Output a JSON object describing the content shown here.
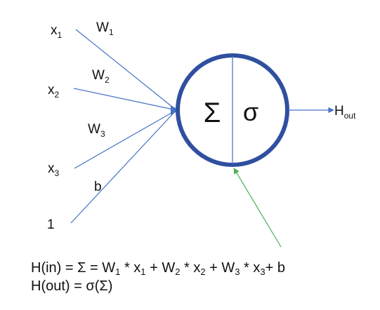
{
  "inputs": [
    {
      "name": "x",
      "sub": "1"
    },
    {
      "name": "x",
      "sub": "2"
    },
    {
      "name": "x",
      "sub": "3"
    },
    {
      "name": "1",
      "sub": ""
    }
  ],
  "weights": [
    {
      "name": "W",
      "sub": "1"
    },
    {
      "name": "W",
      "sub": "2"
    },
    {
      "name": "W",
      "sub": "3"
    },
    {
      "name": "b",
      "sub": ""
    }
  ],
  "neuron": {
    "sum_symbol": "Σ",
    "activation_symbol": "σ"
  },
  "output": {
    "name": "H",
    "sub": "out"
  },
  "formulas": {
    "h_in": {
      "p0": "H(in) = Σ = W",
      "s1": "1",
      "p1": " * x",
      "s2": "1",
      "p2": " + W",
      "s3": "2",
      "p3": " * x",
      "s4": "2",
      "p4": " + W",
      "s5": "3",
      "p5": " * x",
      "s6": "3",
      "p6": "+ b"
    },
    "h_out": "H(out) = σ(Σ)"
  },
  "colors": {
    "edge": "#4472c4",
    "circle": "#2f4f9f",
    "feedback": "#4caf50",
    "text": "#111111"
  }
}
